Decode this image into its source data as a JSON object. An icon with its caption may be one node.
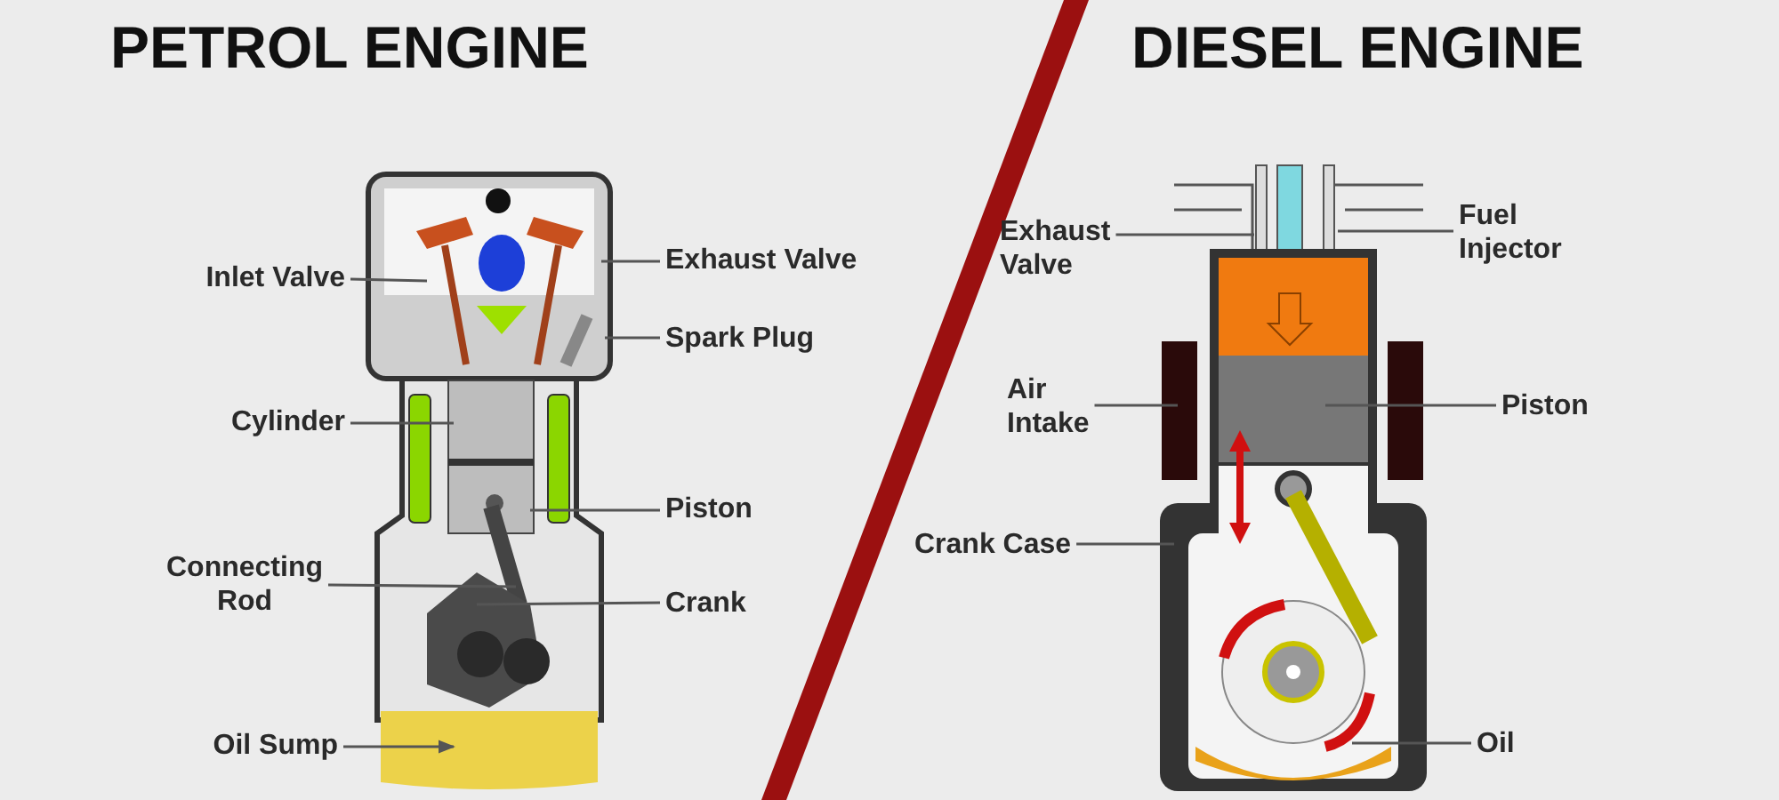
{
  "diagram": {
    "nodes": [
      {
        "text": [
          "Inlet Valve"
        ]
      },
      {
        "text": [
          "Exhaust Valve"
        ]
      },
      {
        "text": [
          "Spark Plug"
        ]
      },
      {
        "text": [
          "Cylinder"
        ]
      },
      {
        "text": [
          "Piston"
        ]
      },
      {
        "text": [
          "Connecting Rod"
        ]
      },
      {
        "text": [
          "Crank"
        ]
      },
      {
        "text": [
          "Oil Sump"
        ]
      },
      {
        "text": [
          "Exhaust Valve"
        ]
      },
      {
        "text": [
          "Fuel Injector"
        ]
      },
      {
        "text": [
          "Air Intake"
        ]
      },
      {
        "text": [
          "Piston"
        ]
      },
      {
        "text": [
          "Crank Case"
        ]
      },
      {
        "text": [
          "Oil"
        ]
      }
    ],
    "edges": [
      {
        "from": 0,
        "to": null,
        "arrow": "none"
      },
      {
        "from": 1,
        "to": null,
        "arrow": "none"
      },
      {
        "from": 2,
        "to": null,
        "arrow": "none"
      },
      {
        "from": 3,
        "to": null,
        "arrow": "none"
      },
      {
        "from": 4,
        "to": null,
        "arrow": "none"
      },
      {
        "from": 5,
        "to": null,
        "arrow": "none"
      },
      {
        "from": 6,
        "to": null,
        "arrow": "none"
      },
      {
        "from": 7,
        "to": null,
        "arrow": "to"
      },
      {
        "from": 8,
        "to": null,
        "arrow": "none"
      },
      {
        "from": 9,
        "to": null,
        "arrow": "none"
      },
      {
        "from": 10,
        "to": null,
        "arrow": "none"
      },
      {
        "from": 11,
        "to": null,
        "arrow": "none"
      },
      {
        "from": 12,
        "to": null,
        "arrow": "none"
      },
      {
        "from": 13,
        "to": null,
        "arrow": "none"
      }
    ],
    "labels": [
      "PETROL ENGINE",
      "DIESEL ENGINE"
    ]
  }
}
